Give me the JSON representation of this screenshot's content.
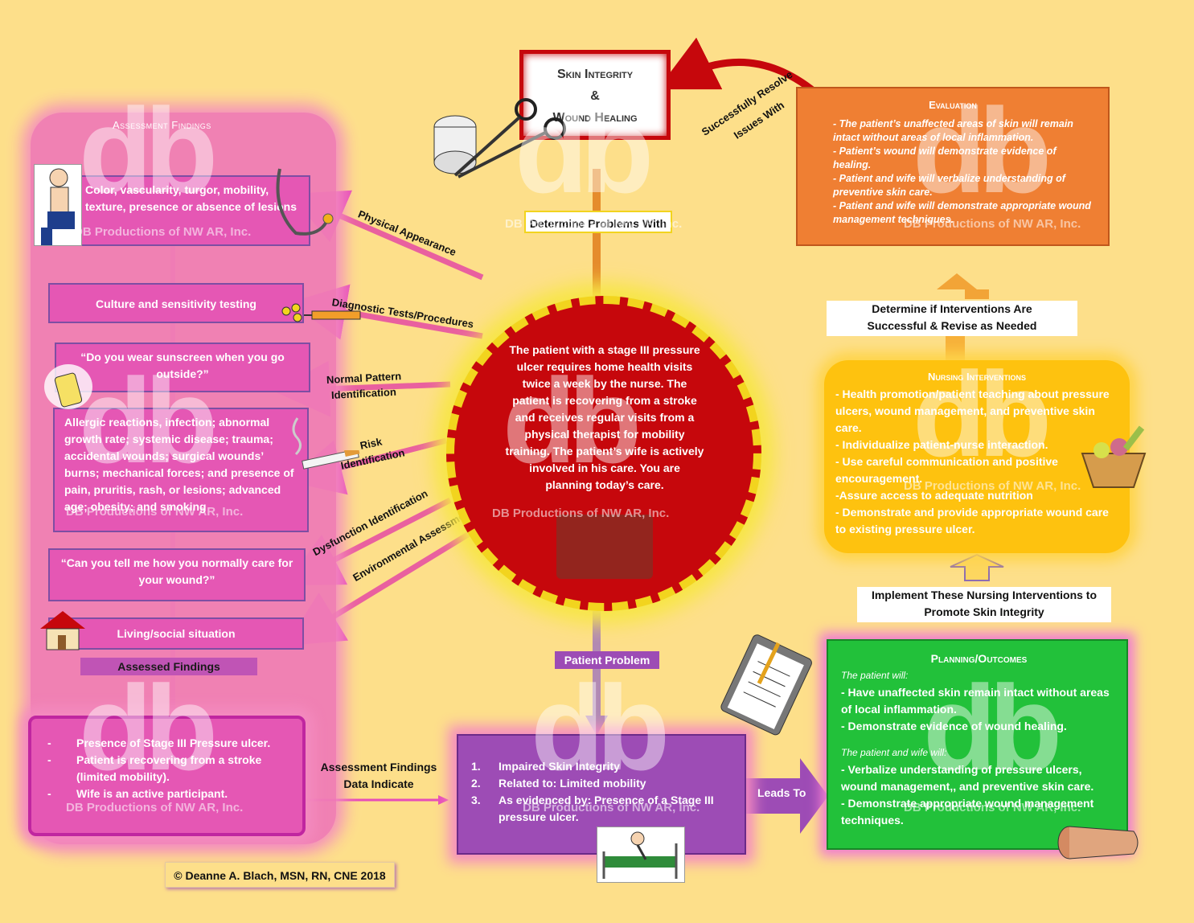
{
  "title": {
    "line1": "Skin Integrity",
    "line2": "&",
    "line3": "Wound Healing"
  },
  "center": {
    "text": "The patient with a stage III pressure ulcer requires home health visits twice a week by the nurse.  The patient is recovering from a stroke and receives regular visits from a physical therapist for mobility training. The patient’s wife is actively involved in his care.  You are planning today’s care."
  },
  "left": {
    "title": "Assessment Findings",
    "boxes": [
      "Color, vascularity, turgor, mobility, texture, presence or absence of lesions",
      "Culture and sensitivity testing",
      "“Do you wear sunscreen when you go outside?”",
      "Allergic reactions, infection; abnormal growth rate; systemic disease; trauma; accidental wounds; surgical wounds’ burns; mechanical forces; and presence of pain, pruritis, rash, or lesions; advanced age; obesity; and smoking",
      "“Can you tell me how you normally care for your wound?”",
      "Living/social situation"
    ],
    "assessed_label": "Assessed Findings"
  },
  "arrows": {
    "physical": "Physical Appearance",
    "diagnostic": "Diagnostic Tests/Procedures",
    "normal1": "Normal Pattern",
    "normal2": "Identification",
    "risk1": "Risk",
    "risk2": "Identification",
    "dysfunction": "Dysfunction Identification",
    "environmental": "Environmental Assessment",
    "resolve1": "Successfully Resolve",
    "resolve2": "Issues With",
    "determine": "Determine Problems With",
    "patient_problem": "Patient Problem",
    "data1": "Assessment Findings",
    "data2": "Data Indicate",
    "leads": "Leads To"
  },
  "findings": [
    "Presence of Stage III Pressure ulcer.",
    "Patient is recovering from a stroke (limited mobility).",
    "Wife is an active participant."
  ],
  "problem": [
    {
      "num": "1.",
      "text": "Impaired Skin Integrity"
    },
    {
      "num": "2.",
      "text": "Related to: Limited mobility"
    },
    {
      "num": "3.",
      "text": " As evidenced by: Presence of a Stage III pressure ulcer."
    }
  ],
  "evaluation": {
    "title": "Evaluation",
    "items": [
      "The patient’s unaffected areas of skin will remain intact without areas of local inflammation.",
      "Patient’s wound will demonstrate evidence of healing.",
      "Patient and wife will verbalize understanding of preventive skin care.",
      "Patient and wife will demonstrate appropriate wound management techniques."
    ]
  },
  "determine_if": {
    "line1": "Determine if Interventions Are",
    "line2": "Successful & Revise as Needed"
  },
  "nursing": {
    "title": "Nursing Interventions",
    "items": [
      "- Health promotion/patient teaching about pressure ulcers, wound management, and preventive skin care.",
      "- Individualize patient-nurse interaction.",
      "- Use careful communication and positive encouragement.",
      "-Assure access to adequate nutrition",
      "- Demonstrate and provide appropriate wound care to existing pressure ulcer."
    ]
  },
  "implement": {
    "line1": "Implement These Nursing Interventions to",
    "line2": "Promote Skin Integrity"
  },
  "planning": {
    "title": "Planning/Outcomes",
    "sub1": "The patient will:",
    "items1": [
      "- Have unaffected skin remain intact without areas of local inflammation.",
      "- Demonstrate evidence of wound healing."
    ],
    "sub2": "The patient and wife will:",
    "items2": [
      "- Verbalize understanding of pressure ulcers, wound management,, and preventive skin care.",
      "- Demonstrate appropriate wound management techniques."
    ]
  },
  "copyright": "© Deanne A. Blach, MSN, RN, CNE 2018",
  "watermark": "DB Productions of NW AR, Inc.",
  "watermark_logo": "db",
  "colors": {
    "center": "#c6070c",
    "left": "#f07cb6",
    "evaluation": "#ef7f33",
    "nursing": "#fec20f",
    "planning": "#22c13a",
    "problem": "#9d4cb5"
  }
}
